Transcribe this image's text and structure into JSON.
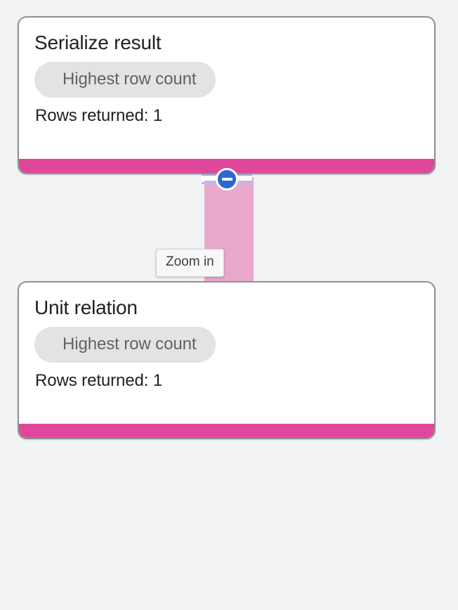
{
  "theme": {
    "page_background": "#f1f3f4",
    "card_background": "#ffffff",
    "card_border": "#8e9294",
    "footer_accent": "#e0479a",
    "connector_band": "#e9a8cc",
    "edge_line": "#a8c0ec",
    "toggle_fill": "#2b68d4",
    "pill_background": "#e3e3e3",
    "pill_text": "#5f6368",
    "title_text": "#202124",
    "tooltip_background": "#f7f7f7",
    "tooltip_border": "#d2d2d2"
  },
  "graph": {
    "toggle": {
      "icon": "minus-circle-icon",
      "tooltip": "Zoom in"
    },
    "nodes": [
      {
        "title": "Serialize result",
        "badge": "Highest row count",
        "meta": "Rows returned: 1"
      },
      {
        "title": "Unit relation",
        "badge": "Highest row count",
        "meta": "Rows returned: 1"
      }
    ]
  }
}
